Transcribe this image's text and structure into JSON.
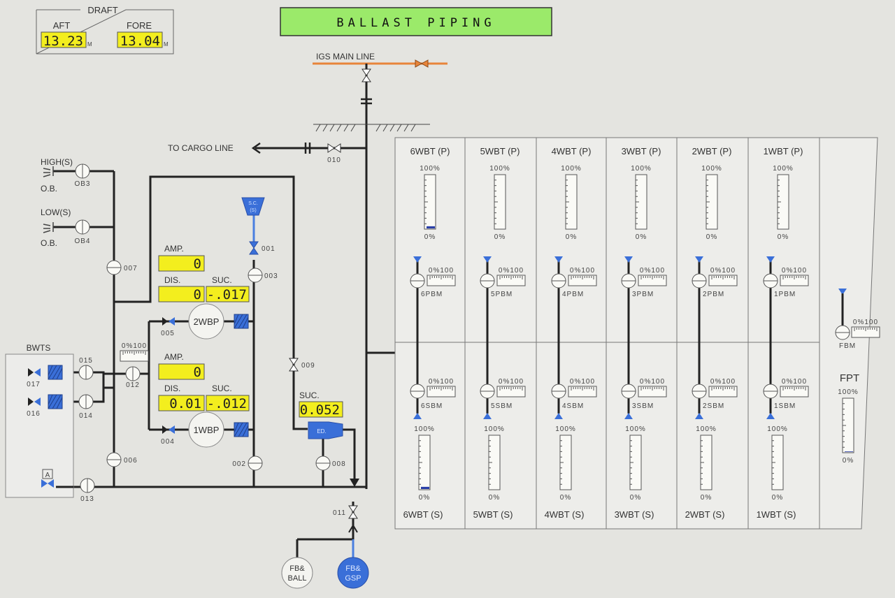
{
  "title": "BALLAST PIPING",
  "draft": {
    "label": "DRAFT",
    "aft_label": "AFT",
    "aft_value": "13.23",
    "fore_label": "FORE",
    "fore_value": "13.04",
    "unit": "M"
  },
  "lines": {
    "igs_main_line": "IGS MAIN LINE",
    "to_cargo_line": "TO CARGO LINE",
    "high_s": "HIGH(S)",
    "low_s": "LOW(S)",
    "ob": "O.B.",
    "bwts": "BWTS",
    "sc": "S.C.",
    "sc_side": "(S)",
    "ed": "ED.",
    "fb_ball_1": "FB&",
    "fb_ball_2": "BALL",
    "fb_gsp_1": "FB&",
    "fb_gsp_2": "GSP",
    "a_tag": "A"
  },
  "valves": [
    "OB3",
    "OB4",
    "007",
    "006",
    "003",
    "002",
    "008",
    "012",
    "015",
    "014",
    "013"
  ],
  "gate_valves": {
    "v010": "010",
    "v009": "009",
    "v011": "011",
    "v001": "001"
  },
  "check_valves": {
    "v005": "005",
    "v004": "004",
    "v017": "017",
    "v016": "016"
  },
  "pumps": {
    "p2": {
      "name": "2WBP",
      "amp_label": "AMP.",
      "amp": "0",
      "dis_label": "DIS.",
      "dis": "0",
      "suc_label": "SUC.",
      "suc": "-.017"
    },
    "p1": {
      "name": "1WBP",
      "amp_label": "AMP.",
      "amp": "0",
      "dis_label": "DIS.",
      "dis": "0.01",
      "suc_label": "SUC.",
      "suc": "-.012"
    },
    "eductor": {
      "suc_label": "SUC.",
      "suc": "0.052"
    }
  },
  "meter_scale": "0%100",
  "gauge_top": "100%",
  "gauge_bottom": "0%",
  "tanks": [
    {
      "port": "6WBT (P)",
      "stbd": "6WBT (S)",
      "pbm": "6PBM",
      "sbm": "6SBM",
      "port_level": 4,
      "stbd_level": 4
    },
    {
      "port": "5WBT (P)",
      "stbd": "5WBT (S)",
      "pbm": "5PBM",
      "sbm": "5SBM",
      "port_level": 0,
      "stbd_level": 0
    },
    {
      "port": "4WBT (P)",
      "stbd": "4WBT (S)",
      "pbm": "4PBM",
      "sbm": "4SBM",
      "port_level": 0,
      "stbd_level": 0
    },
    {
      "port": "3WBT (P)",
      "stbd": "3WBT (S)",
      "pbm": "3PBM",
      "sbm": "3SBM",
      "port_level": 0,
      "stbd_level": 0
    },
    {
      "port": "2WBT (P)",
      "stbd": "2WBT (S)",
      "pbm": "2PBM",
      "sbm": "2SBM",
      "port_level": 0,
      "stbd_level": 0
    },
    {
      "port": "1WBT (P)",
      "stbd": "1WBT (S)",
      "pbm": "1PBM",
      "sbm": "1SBM",
      "port_level": 0,
      "stbd_level": 0
    }
  ],
  "fpt": {
    "name": "FPT",
    "valve": "FBM",
    "level": 1
  },
  "colors": {
    "accent_blue": "#3a6fd8",
    "readout_yellow": "#f3ee1e",
    "title_green": "#9bea6a",
    "igs_orange": "#e8843a"
  }
}
